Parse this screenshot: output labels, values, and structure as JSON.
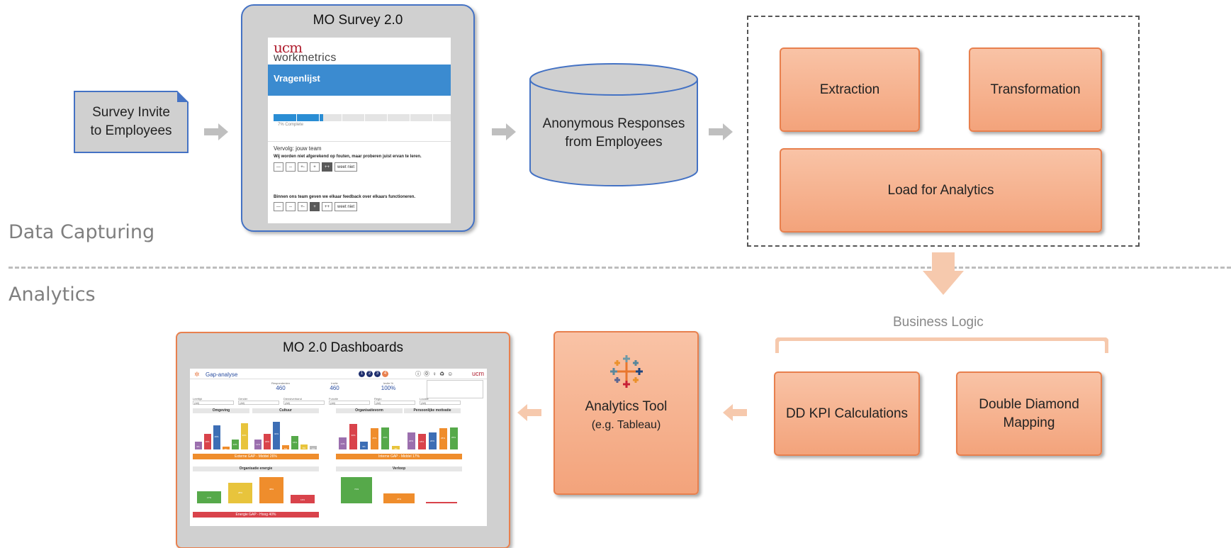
{
  "sections": {
    "capture": "Data Capturing",
    "analytics": "Analytics"
  },
  "invite": {
    "line1": "Survey Invite",
    "line2": "to Employees"
  },
  "survey": {
    "panel_title": "MO Survey 2.0",
    "logo": "ucm",
    "brand": "workmetrics",
    "banner": "Vragenlijst",
    "progress": 0.07,
    "progress_text": "7% Complete",
    "section_heading": "Vervolg: jouw team",
    "questions": [
      {
        "text": "Wij worden niet afgerekend op fouten, maar proberen juist ervan te leren.",
        "options": [
          "---",
          "--",
          "+-",
          "+",
          "++",
          "weet niet"
        ],
        "selected": 4
      },
      {
        "text": "Binnen ons team geven we elkaar feedback over elkaars functioneren.",
        "options": [
          "---",
          "--",
          "+-",
          "+",
          "++",
          "weet niet"
        ],
        "selected": 3
      }
    ]
  },
  "responses": {
    "line1": "Anonymous Responses",
    "line2": "from Employees"
  },
  "etl": {
    "extraction": "Extraction",
    "transformation": "Transformation",
    "load": "Load for Analytics"
  },
  "business_logic": {
    "label": "Business Logic",
    "kpi": "DD KPI Calculations",
    "mapping_line1": "Double Diamond",
    "mapping_line2": "Mapping"
  },
  "tool": {
    "title": "Analytics Tool",
    "subtitle": "(e.g. Tableau)"
  },
  "dashboards": {
    "panel_title": "MO 2.0 Dashboards",
    "shot": {
      "title": "Gap-analyse",
      "logo": "ucm",
      "steps": [
        "1",
        "2",
        "3",
        "4"
      ],
      "stat_labels": [
        "Respondenten",
        "Invite",
        "Invite %"
      ],
      "stat_values": [
        "460",
        "460",
        "100%"
      ],
      "filters": [
        "Leeftijd",
        "Gender",
        "Dienstverband",
        "Functie",
        "Regio",
        "Locatie"
      ],
      "filter_value": "(All)",
      "panels": [
        "Omgeving",
        "Cultuur",
        "Organisatievorm",
        "Persoonlijke motivatie",
        "Organisatie energie",
        "Verloop"
      ],
      "gap_ext": "Externe GAP - Middel 26%",
      "gap_int": "Interne GAP - Middel 17%",
      "gap_energy": "Energie GAP - Hoog 40%",
      "colors": {
        "purple": "#9b6fae",
        "red": "#d9434b",
        "blue": "#3d6eb5",
        "orange": "#ef8d2c",
        "green": "#56a94a",
        "yellow": "#e8c43c",
        "grey": "#bbbbbb"
      },
      "charts": {
        "omgeving": [
          [
            "#9b6fae",
            0.22,
            "9%"
          ],
          [
            "#d9434b",
            0.45,
            "18%"
          ],
          [
            "#3d6eb5",
            0.7,
            "28%"
          ],
          [
            "#ef8d2c",
            0.08,
            "3%"
          ],
          [
            "#56a94a",
            0.3,
            "12%"
          ],
          [
            "#e8c43c",
            0.78,
            "30%"
          ]
        ],
        "cultuur": [
          [
            "#9b6fae",
            0.3,
            "12%"
          ],
          [
            "#d9434b",
            0.45,
            "18%"
          ],
          [
            "#3d6eb5",
            0.82,
            "32%"
          ],
          [
            "#ef8d2c",
            0.12,
            "5%"
          ],
          [
            "#56a94a",
            0.4,
            "16%"
          ],
          [
            "#e8c43c",
            0.15,
            "6%"
          ],
          [
            "#bbbbbb",
            0.1,
            "4%"
          ]
        ],
        "organisatievorm": [
          [
            "#9b6fae",
            0.35,
            "14%"
          ],
          [
            "#d9434b",
            0.75,
            "30%"
          ],
          [
            "#3d6eb5",
            0.22,
            "9%"
          ],
          [
            "#ef8d2c",
            0.62,
            "25%"
          ],
          [
            "#56a94a",
            0.65,
            "26%"
          ],
          [
            "#e8c43c",
            0.1,
            "4%"
          ]
        ],
        "motivatie": [
          [
            "#9b6fae",
            0.5,
            "20%"
          ],
          [
            "#d9434b",
            0.45,
            "18%"
          ],
          [
            "#3d6eb5",
            0.5,
            "20%"
          ],
          [
            "#ef8d2c",
            0.62,
            "25%"
          ],
          [
            "#56a94a",
            0.65,
            "26%"
          ]
        ],
        "energie": [
          [
            "#56a94a",
            0.42,
            "17%"
          ],
          [
            "#e8c43c",
            0.72,
            "28%"
          ],
          [
            "#ef8d2c",
            0.92,
            "38%"
          ],
          [
            "#d9434b",
            0.3,
            "13%"
          ]
        ],
        "verloop": [
          [
            "#56a94a",
            0.92,
            "71%"
          ],
          [
            "#ef8d2c",
            0.35,
            "26%"
          ],
          [
            "#d9434b",
            0.05,
            "3%"
          ]
        ]
      }
    }
  }
}
